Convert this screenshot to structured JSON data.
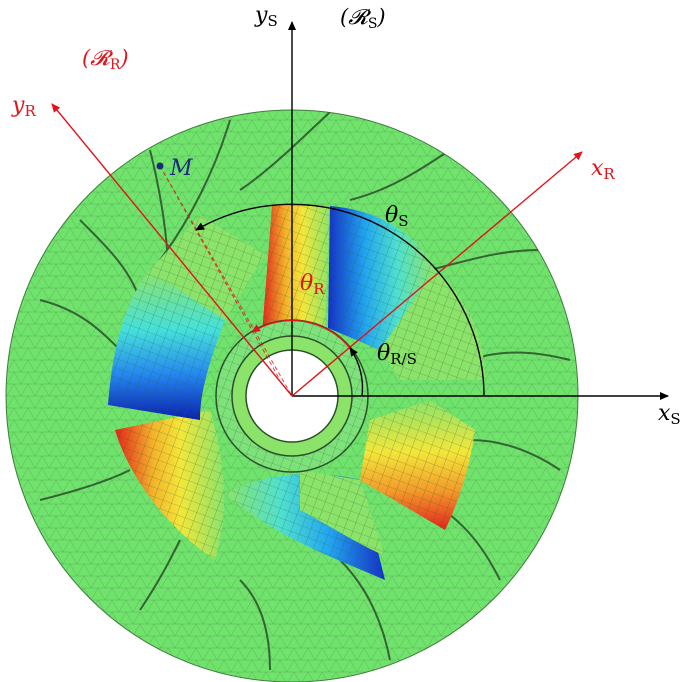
{
  "labels": {
    "frame_s": "(𝓡S)",
    "frame_r": "(𝓡R)",
    "x_s": "xS",
    "y_s": "yS",
    "x_r": "xR",
    "y_r": "yR",
    "theta_s": "θS",
    "theta_r": "θR",
    "theta_rs": "θR/S",
    "point": "M"
  },
  "colors": {
    "stator_fill": "#6fe36c",
    "mesh_line": "#3a6a3a",
    "black_axis": "#000000",
    "red_axis": "#e0141b",
    "point_blue": "#1b2a7a",
    "hot_red": "#e3231b",
    "hot_yellow": "#f4e63a",
    "cold_blue": "#1330c9",
    "cold_cyan": "#22d0f0"
  }
}
